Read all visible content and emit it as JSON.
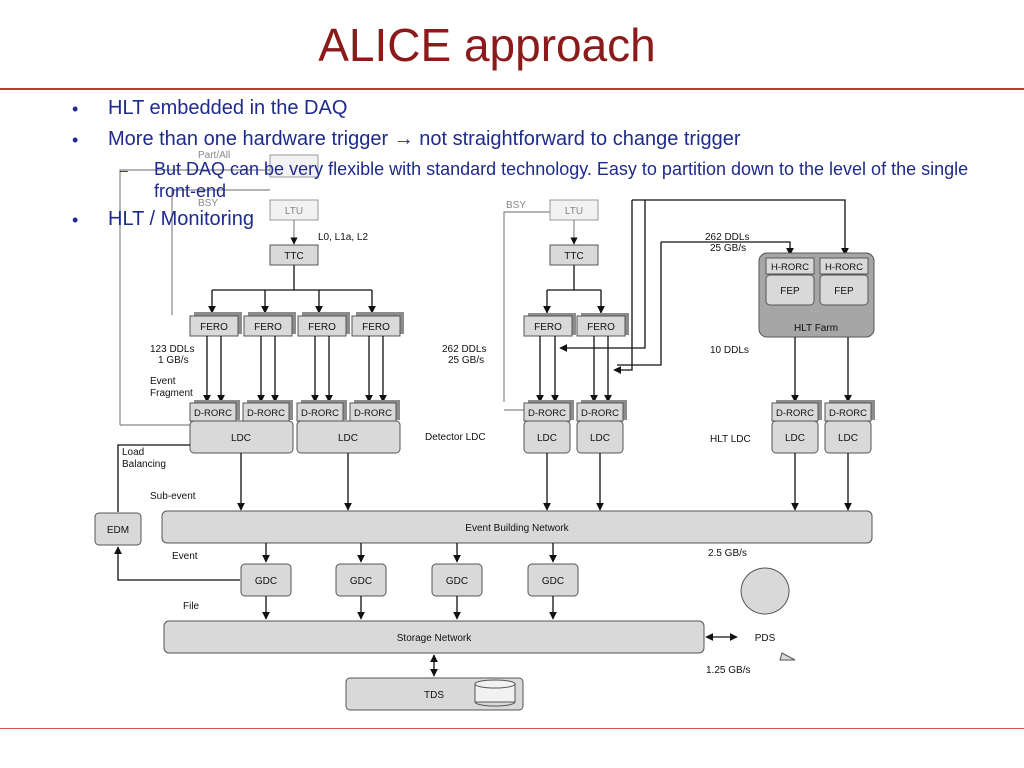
{
  "slide": {
    "title": "ALICE approach",
    "bullets": {
      "b1": "HLT embedded in the DAQ",
      "b2": "More than one hardware trigger → not straightforward to change trigger",
      "sub": "But DAQ can be very flexible with standard technology. Easy to partition down to the level of the single front-end",
      "b3": "HLT / Monitoring",
      "bullet_glyph": "•",
      "dash_glyph": "–"
    }
  },
  "diagram": {
    "boxes": {
      "ltu": "LTU",
      "ttc": "TTC",
      "fero": "FERO",
      "drorc": "D-RORC",
      "ldc": "LDC",
      "hrorc": "H-RORC",
      "fep": "FEP",
      "hlt_farm": "HLT Farm",
      "edm": "EDM",
      "gdc": "GDC",
      "ebn": "Event Building Network",
      "storage": "Storage Network",
      "tds": "TDS",
      "pds": "PDS"
    },
    "labels": {
      "part_all": "Part/All",
      "busy_left": "BSY",
      "busy_right": "BSY",
      "trigger_levels": "L0, L1a, L2",
      "ddls_123": "123 DDLs",
      "rate_1": "1 GB/s",
      "ddls_262_mid": "262 DDLs",
      "rate_25_mid": "25 GB/s",
      "ddls_262_top": "262 DDLs",
      "rate_25_top": "25 GB/s",
      "ddls_10": "10 DDLs",
      "event_fragment_1": "Event",
      "event_fragment_2": "Fragment",
      "load_balancing_1": "Load",
      "load_balancing_2": "Balancing",
      "detector_ldc": "Detector LDC",
      "hlt_ldc": "HLT LDC",
      "sub_event": "Sub-event",
      "event": "Event",
      "rate_2_5": "2.5 GB/s",
      "file": "File",
      "rate_1_25": "1.25 GB/s"
    }
  }
}
